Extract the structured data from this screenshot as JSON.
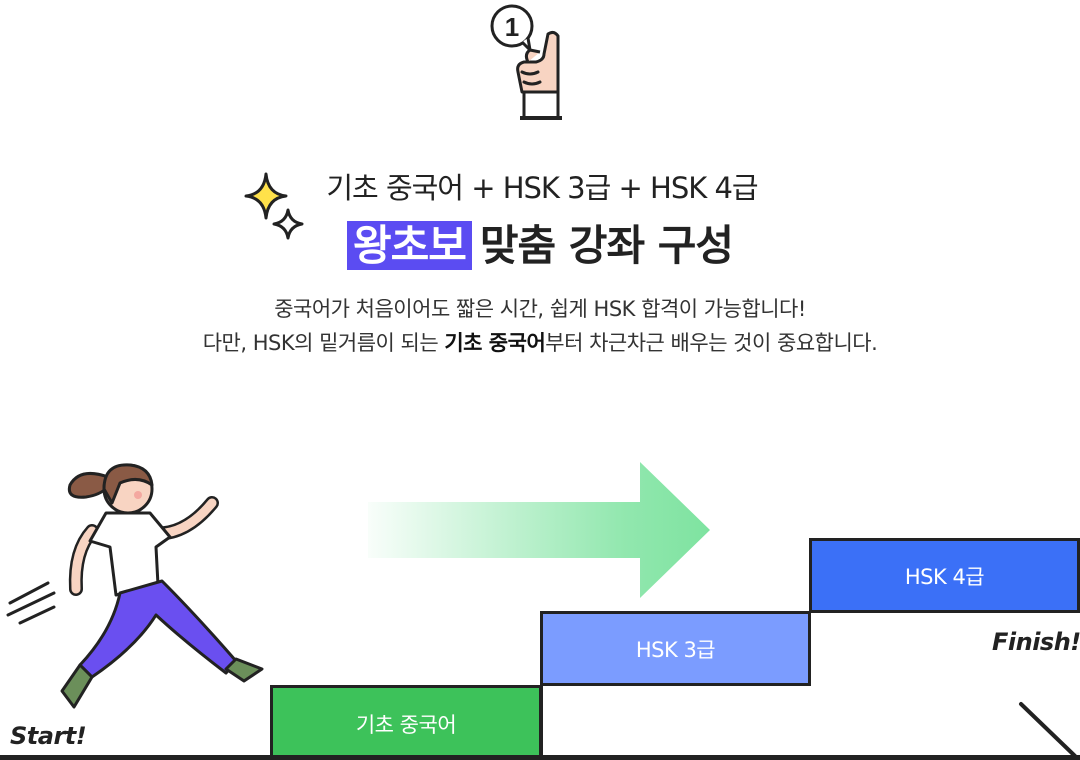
{
  "badge": {
    "number": "1"
  },
  "header": {
    "subtitle": "기초 중국어 + HSK 3급 + HSK 4급",
    "highlight": "왕초보",
    "title_rest": "맞춤 강좌 구성"
  },
  "description": {
    "line1": "중국어가 처음이어도 짧은 시간, 쉽게 HSK 합격이 가능합니다!",
    "line2_before": "다만, HSK의 밑거름이 되는 ",
    "line2_bold": "기초 중국어",
    "line2_after": "부터 차근차근 배우는 것이 중요합니다."
  },
  "steps": [
    {
      "label": "기초 중국어",
      "color": "#3dc25a"
    },
    {
      "label": "HSK 3급",
      "color": "#7b9cff"
    },
    {
      "label": "HSK 4급",
      "color": "#3b70f7"
    }
  ],
  "labels": {
    "start": "Start!",
    "finish": "Finish!"
  },
  "icons": {
    "hand": "pointing-hand-icon",
    "sparkle": "sparkle-icon",
    "arrow": "arrow-right-icon",
    "runner": "running-woman-illustration"
  },
  "colors": {
    "highlight": "#5b4cf2",
    "arrow": "#7ee3a0",
    "skin": "#f8d4c2"
  }
}
